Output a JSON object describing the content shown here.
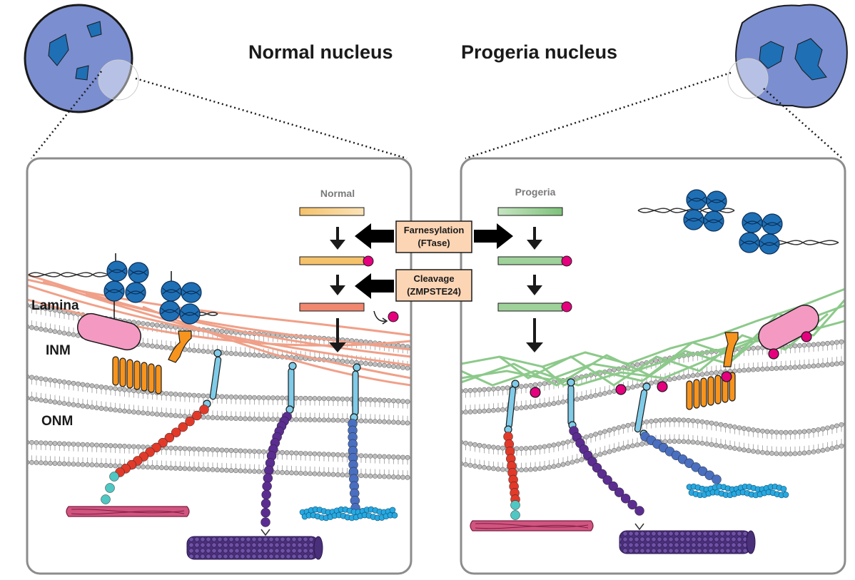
{
  "titles": {
    "normal": "Normal nucleus",
    "progeria": "Progeria nucleus"
  },
  "labels": {
    "lamina": "Lamina",
    "inm": "INM",
    "onm": "ONM"
  },
  "pathway": {
    "normal_header": "Normal",
    "progeria_header": "Progeria",
    "step1_line1": "Farnesylation",
    "step1_line2": "(FTase)",
    "step2_line1": "Cleavage",
    "step2_line2": "(ZMPSTE24)"
  },
  "colors": {
    "nucleus_fill": "#7b8ed0",
    "chromatin": "#1f6fb5",
    "lamin_normal": "#f0a088",
    "lamin_progeria": "#8cc98a",
    "prelamin_normal": "#f5c26b",
    "prelamin_progeria": "#9fd29a",
    "farnesyl": "#e6007e",
    "membrane_head": "#a9a9a9",
    "sun_nesprin_red": "#e23a2a",
    "sun_nesprin_purple": "#5b2d91",
    "sun_nesprin_blue": "#4a6fc0",
    "actin": "#d1557f",
    "microtubule": "#5b3f8a",
    "intermediate": "#27a9e1",
    "lbr": "#f7941d",
    "emerin_pink": "#f49ac2",
    "box_fill": "#fcd5b5"
  }
}
